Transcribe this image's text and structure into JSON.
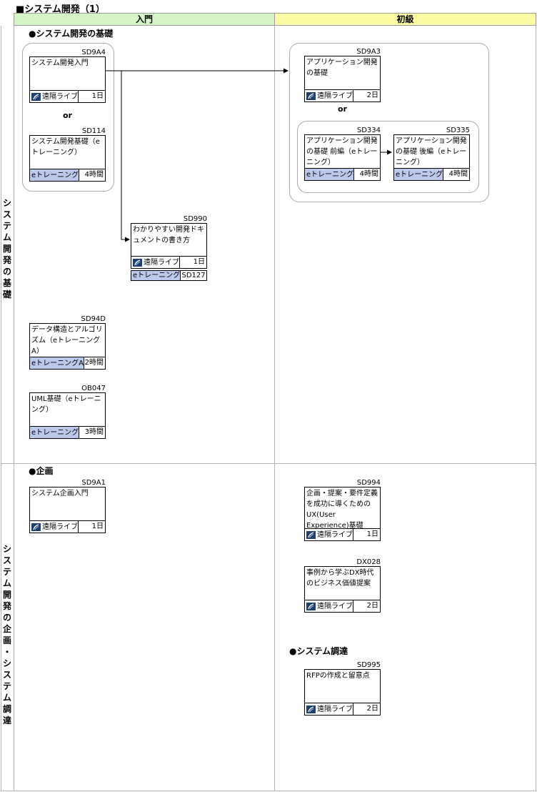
{
  "page_title": "■システム開発（1）",
  "columns": {
    "intro": "入門",
    "basic": "初級"
  },
  "rows": [
    {
      "label": "システム開発の基礎"
    },
    {
      "label": "システム開発の企画・システム調達"
    }
  ],
  "sections": {
    "foundation": "●システム開発の基礎",
    "planning": "●企画",
    "procurement": "●システム調達"
  },
  "or_label": "or",
  "delivery_types": {
    "live": "遠隔ライブ",
    "elearning": "eトレーニング"
  },
  "courses": {
    "sd9a4": {
      "code": "SD9A4",
      "title": "システム開発入門",
      "type": "遠隔ライブ",
      "duration": "1日"
    },
    "sd114": {
      "code": "SD114",
      "title": "システム開発基礎（eトレーニング）",
      "type": "eトレーニング",
      "duration": "4時間"
    },
    "sd990": {
      "code": "SD990",
      "title": "わかりやすい開発ドキュメントの書き方",
      "type": "遠隔ライブ",
      "duration": "1日",
      "alt_type": "eトレーニング",
      "alt_code": "SD127"
    },
    "sd94d": {
      "code": "SD94D",
      "title": "データ構造とアルゴリズム（eトレーニングA）",
      "type": "eトレーニングA",
      "duration": "2時間"
    },
    "ob047": {
      "code": "OB047",
      "title": "UML基礎（eトレーニング）",
      "type": "eトレーニング",
      "duration": "3時間"
    },
    "sd9a3": {
      "code": "SD9A3",
      "title": "アプリケーション開発の基礎",
      "type": "遠隔ライブ",
      "duration": "2日"
    },
    "sd334": {
      "code": "SD334",
      "title": "アプリケーション開発の基礎 前編（eトレーニング）",
      "type": "eトレーニング",
      "duration": "4時間"
    },
    "sd335": {
      "code": "SD335",
      "title": "アプリケーション開発の基礎 後編（eトレーニング）",
      "type": "eトレーニング",
      "duration": "4時間"
    },
    "sd9a1": {
      "code": "SD9A1",
      "title": "システム企画入門",
      "type": "遠隔ライブ",
      "duration": "1日"
    },
    "sd994": {
      "code": "SD994",
      "title": "企画・提案・要件定義を成功に導くためのUX(User Experience)基礎",
      "type": "遠隔ライブ",
      "duration": "1日"
    },
    "dx028": {
      "code": "DX028",
      "title": "事例から学ぶDX時代のビジネス価値提案",
      "type": "遠隔ライブ",
      "duration": "2日"
    },
    "sd995": {
      "code": "SD995",
      "title": "RFPの作成と留意点",
      "type": "遠隔ライブ",
      "duration": "2日"
    }
  },
  "colors": {
    "intro_header": "#d6f5c6",
    "basic_header": "#fbfba4",
    "elearning_fill": "#bcc9ec",
    "live_icon": "#1f3f6e"
  }
}
